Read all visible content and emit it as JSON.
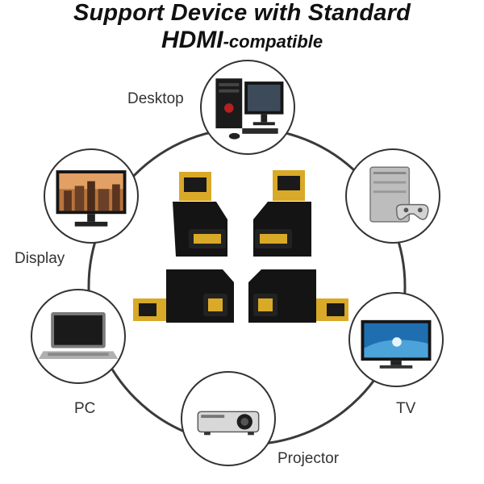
{
  "title": {
    "line1": "Support Device with Standard",
    "line2_hdmi": "HDMI",
    "line2_rest": "-compatible"
  },
  "devices": [
    {
      "label": "Desktop",
      "icon": "desktop-computer-icon"
    },
    {
      "label": "Display",
      "icon": "monitor-display-icon"
    },
    {
      "label": "PC",
      "icon": "laptop-icon"
    },
    {
      "label": "Projector",
      "icon": "projector-icon"
    },
    {
      "label": "TV",
      "icon": "television-icon"
    },
    {
      "label": "",
      "icon": "game-console-icon"
    }
  ],
  "colors": {
    "ring": "#3a3a3a",
    "adapter_body": "#141414",
    "connector_gold": "#d9a928"
  }
}
